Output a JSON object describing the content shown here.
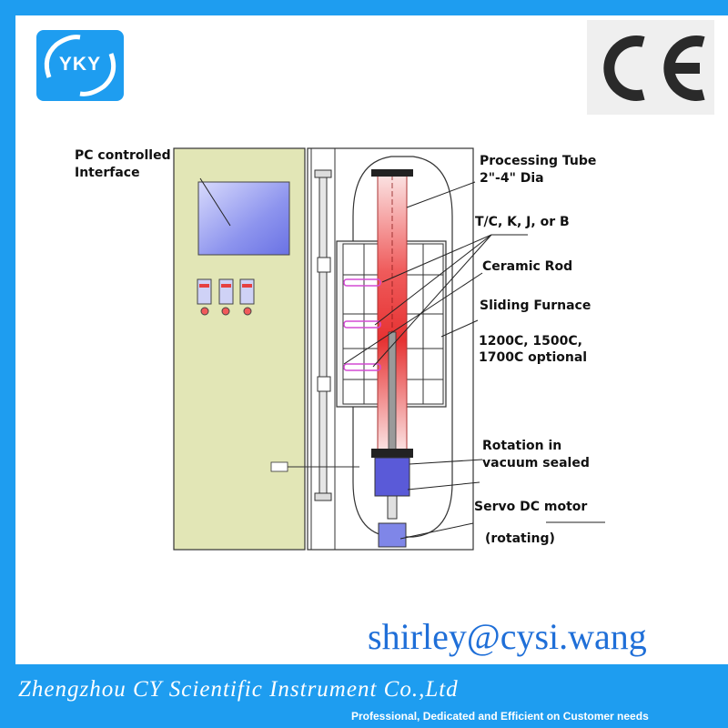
{
  "brand": {
    "logo_text": "YKY",
    "certification_mark": "CE",
    "email": "shirley@cysi.wang",
    "company": "Zhengzhou CY Scientific Instrument Co.,Ltd",
    "slogan": "Professional, Dedicated and Efficient on Customer needs"
  },
  "labels": {
    "pc_interface_1": "PC controlled",
    "pc_interface_2": "Interface",
    "tube_1": "Processing Tube",
    "tube_2": "2\"-4\" Dia",
    "thermocouple": "T/C, K, J, or B",
    "ceramic_rod": "Ceramic Rod",
    "furnace": "Sliding Furnace",
    "temp_1": "1200C, 1500C,",
    "temp_2": "1700C optional",
    "rotation_1": "Rotation in",
    "rotation_2": "vacuum sealed",
    "motor": "Servo DC motor",
    "motor_note": "(rotating)"
  },
  "colors": {
    "frame": "#1e9df0",
    "cabinet": "#e2e6b6",
    "screen": "#7f86e8",
    "tube": "#e8383a",
    "flange": "#5a5ad8",
    "email": "#1f6fd8"
  }
}
